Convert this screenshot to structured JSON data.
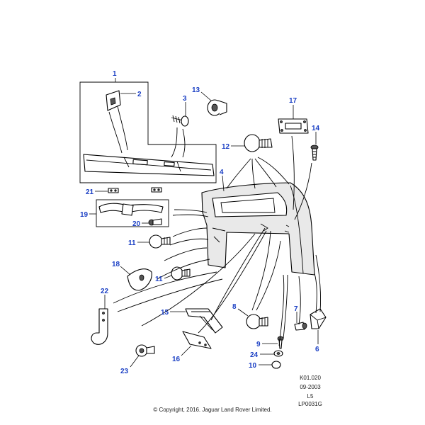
{
  "callouts": {
    "c1": "1",
    "c2": "2",
    "c3": "3",
    "c4": "4",
    "c6": "6",
    "c7": "7",
    "c8": "8",
    "c9": "9",
    "c10": "10",
    "c11a": "11",
    "c11b": "11",
    "c12": "12",
    "c13": "13",
    "c14": "14",
    "c15": "15",
    "c16": "16",
    "c17": "17",
    "c18": "18",
    "c19": "19",
    "c20": "20",
    "c21": "21",
    "c22": "22",
    "c23": "23",
    "c24": "24"
  },
  "meta": {
    "code": "K01.020",
    "date": "09-2003",
    "level": "L5",
    "ref": "LP0031G"
  },
  "copyright": "© Copyright, 2016. Jaguar Land Rover Limited.",
  "colors": {
    "callout": "#1a3fc4",
    "line": "#000000"
  }
}
